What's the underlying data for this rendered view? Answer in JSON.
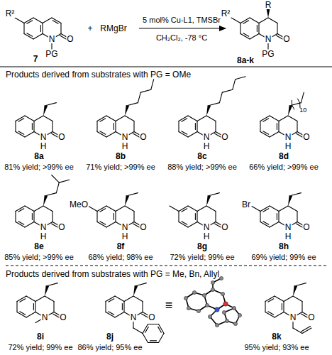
{
  "diagram": {
    "labels": [
      "R²",
      "N",
      "O",
      "PG",
      "7",
      "+",
      "RMgBr",
      "5 mol% Cu-L1, TMSBr",
      "CH₂Cl₂, -78 °C",
      "R",
      "R²",
      "N",
      "O",
      "PG",
      "8a-k",
      "Products derived from substrates with PG = OMe",
      "N",
      "H",
      "O",
      "8a",
      "81% yield; >99% ee",
      "N",
      "H",
      "O",
      "8b",
      "71% yield; >99% ee",
      "N",
      "H",
      "O",
      "8c",
      "88% yield; >99% ee",
      "N",
      "H",
      "O",
      "8d",
      "66% yield; >99% ee",
      "10",
      "N",
      "H",
      "O",
      "8e",
      "85% yield; >99% ee",
      "N",
      "H",
      "O",
      "8f",
      "68% yield; 98% ee",
      "MeO",
      "N",
      "H",
      "O",
      "8g",
      "72% yield; 99% ee",
      "N",
      "H",
      "O",
      "8h",
      "69% yield; 99% ee",
      "Br",
      "Products derived from substrates with PG = Me, Bn, Allyl",
      "N",
      "O",
      "8i",
      "72% yield; 99% ee",
      "N",
      "O",
      "8j",
      "86% yield; 95% ee",
      "≡",
      "N",
      "O",
      "8k",
      "95% yield; 93% ee"
    ]
  }
}
